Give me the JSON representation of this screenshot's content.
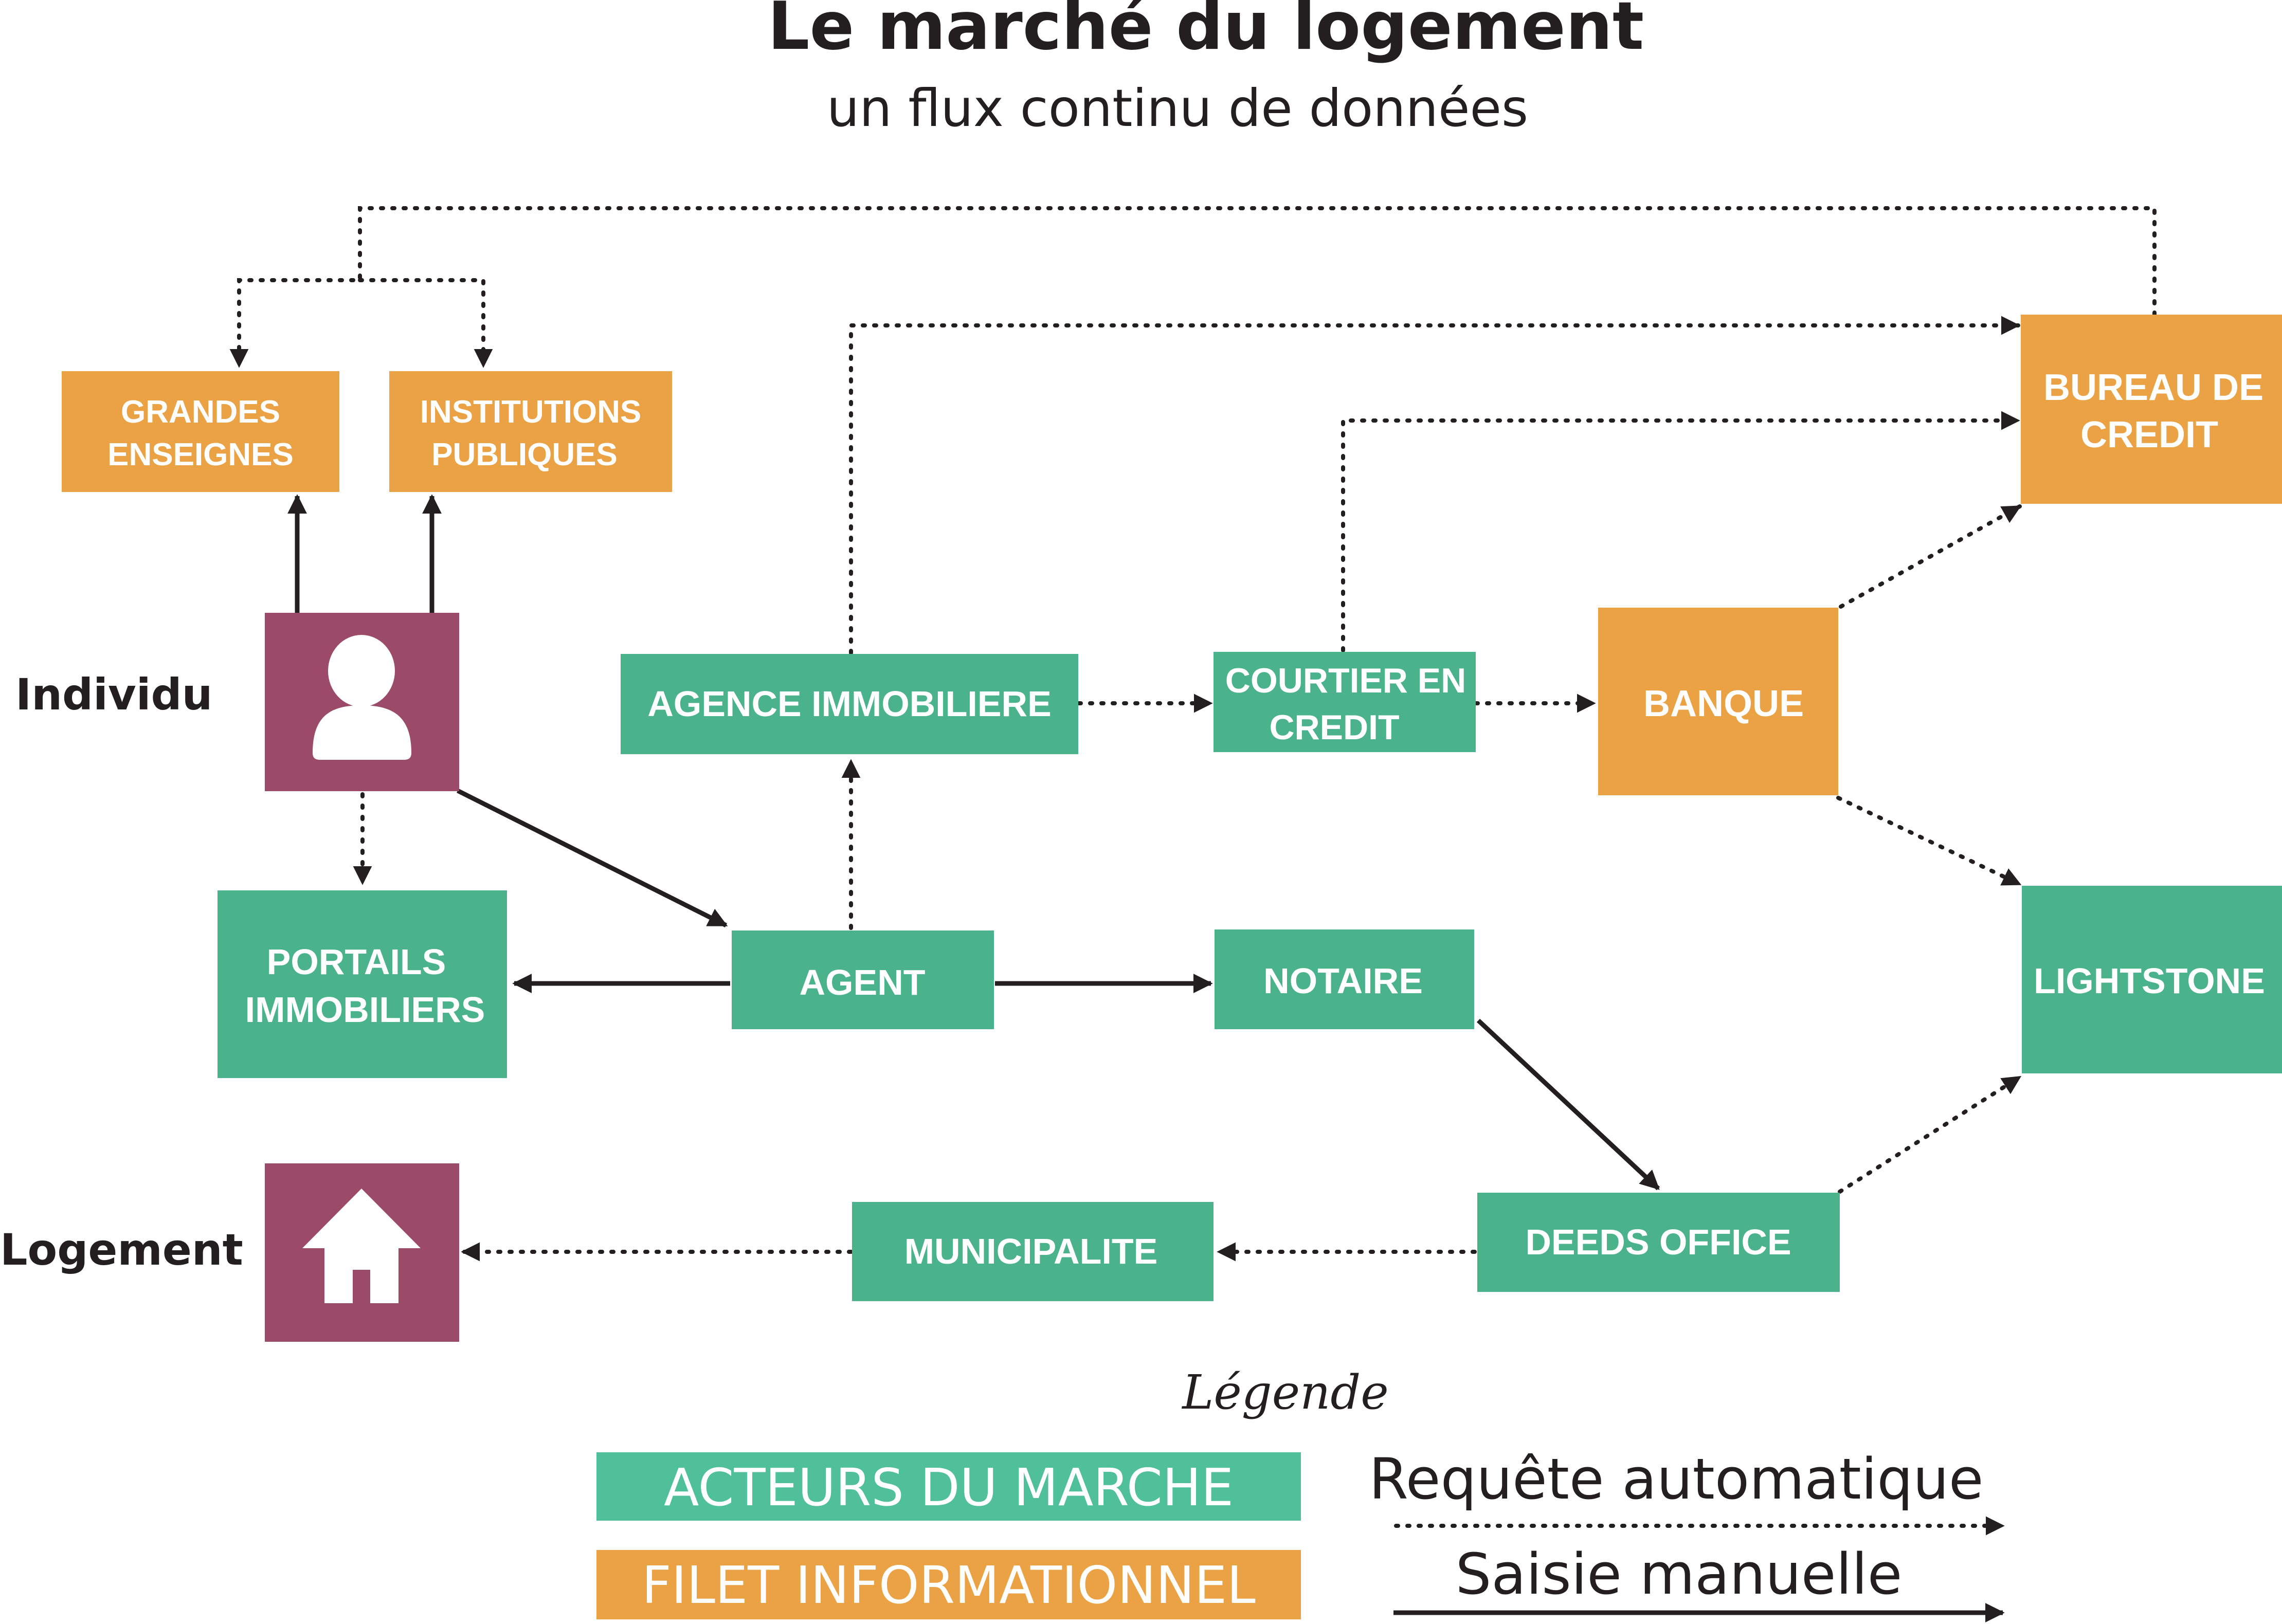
{
  "title": "Le marché du logement",
  "subtitle": "un flux continu de données",
  "colors": {
    "actor": "#4bb38b",
    "info": "#eba244",
    "person": "#9b4a67",
    "text_dark": "#231f20",
    "box_text": "#ffffff"
  },
  "side_labels": {
    "individu": "Individu",
    "logement": "Logement"
  },
  "nodes": {
    "grandes_enseignes": {
      "lines": [
        "GRANDES",
        "ENSEIGNES"
      ],
      "kind": "info"
    },
    "institutions_publiques": {
      "lines": [
        "INSTITUTIONS",
        "PUBLIQUES"
      ],
      "kind": "info"
    },
    "bureau_de_credit": {
      "lines": [
        "BUREAU DE",
        "CREDIT"
      ],
      "kind": "info"
    },
    "banque": {
      "lines": [
        "BANQUE"
      ],
      "kind": "info"
    },
    "agence_immobiliere": {
      "lines": [
        "AGENCE IMMOBILIERE"
      ],
      "kind": "actor"
    },
    "courtier_en_credit": {
      "lines": [
        "COURTIER EN",
        "CREDIT"
      ],
      "kind": "actor"
    },
    "portails_immobiliers": {
      "lines": [
        "PORTAILS",
        "IMMOBILIERS"
      ],
      "kind": "actor"
    },
    "agent": {
      "lines": [
        "AGENT"
      ],
      "kind": "actor"
    },
    "notaire": {
      "lines": [
        "NOTAIRE"
      ],
      "kind": "actor"
    },
    "lightstone": {
      "lines": [
        "LIGHTSTONE"
      ],
      "kind": "actor"
    },
    "deeds_office": {
      "lines": [
        "DEEDS OFFICE"
      ],
      "kind": "actor"
    },
    "municipalite": {
      "lines": [
        "MUNICIPALITE"
      ],
      "kind": "actor"
    },
    "individu": {
      "icon": "person-icon",
      "kind": "person"
    },
    "logement": {
      "icon": "house-icon",
      "kind": "person"
    }
  },
  "edges": [
    {
      "from": "individu",
      "to": "grandes_enseignes",
      "style": "solid"
    },
    {
      "from": "individu",
      "to": "institutions_publiques",
      "style": "solid"
    },
    {
      "from": "individu",
      "to": "agent",
      "style": "solid"
    },
    {
      "from": "individu",
      "to": "portails_immobiliers",
      "style": "dotted"
    },
    {
      "from": "agent",
      "to": "portails_immobiliers",
      "style": "solid"
    },
    {
      "from": "agent",
      "to": "notaire",
      "style": "solid"
    },
    {
      "from": "agent",
      "to": "agence_immobiliere",
      "style": "dotted"
    },
    {
      "from": "agence_immobiliere",
      "to": "courtier_en_credit",
      "style": "dotted"
    },
    {
      "from": "agence_immobiliere",
      "to": "bureau_de_credit",
      "style": "dotted"
    },
    {
      "from": "courtier_en_credit",
      "to": "banque",
      "style": "dotted"
    },
    {
      "from": "courtier_en_credit",
      "to": "bureau_de_credit",
      "style": "dotted"
    },
    {
      "from": "banque",
      "to": "bureau_de_credit",
      "style": "dotted"
    },
    {
      "from": "banque",
      "to": "lightstone",
      "style": "dotted"
    },
    {
      "from": "notaire",
      "to": "deeds_office",
      "style": "solid"
    },
    {
      "from": "deeds_office",
      "to": "lightstone",
      "style": "dotted"
    },
    {
      "from": "deeds_office",
      "to": "municipalite",
      "style": "dotted"
    },
    {
      "from": "municipalite",
      "to": "logement",
      "style": "dotted"
    },
    {
      "from": "bureau_de_credit",
      "to": "grandes_enseignes",
      "style": "dotted"
    },
    {
      "from": "bureau_de_credit",
      "to": "institutions_publiques",
      "style": "dotted"
    }
  ],
  "legend": {
    "title": "Légende",
    "actors_label": "ACTEURS DU MARCHE",
    "info_label": "FILET INFORMATIONNEL",
    "auto_label": "Requête automatique",
    "manual_label": "Saisie manuelle"
  }
}
